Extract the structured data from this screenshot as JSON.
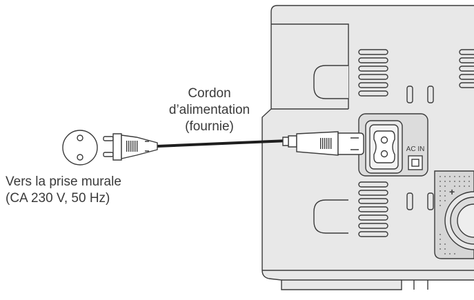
{
  "power_cord_label": {
    "line1": "Cordon",
    "line2": "d’alimentation",
    "line3": "(fournie)"
  },
  "outlet_label": {
    "line1": "Vers la prise murale",
    "line2": "(CA 230 V, 50 Hz)"
  },
  "ac_inlet_label": "AC IN",
  "colors": {
    "stroke": "#3a3a3a",
    "panel_fill": "#e8e8e8",
    "panel_dark": "#d6d6d6",
    "cord": "#1e1e1e"
  }
}
